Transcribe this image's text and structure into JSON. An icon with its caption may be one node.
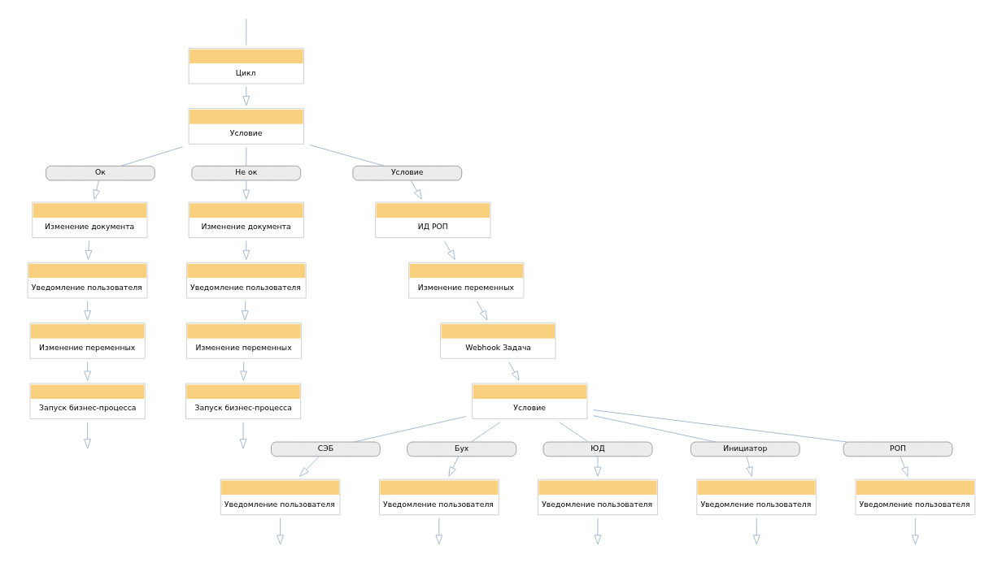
{
  "diagram": {
    "nodes": [
      {
        "text": [
          "Цикл"
        ]
      },
      {
        "text": [
          "Условие"
        ]
      },
      {
        "text": [
          "Ок"
        ]
      },
      {
        "text": [
          "Не ок"
        ]
      },
      {
        "text": [
          "Условие"
        ]
      },
      {
        "text": [
          "Изменение документа"
        ]
      },
      {
        "text": [
          "Уведомление пользователя"
        ]
      },
      {
        "text": [
          "Изменение переменных"
        ]
      },
      {
        "text": [
          "Запуск бизнес-процесса"
        ]
      },
      {
        "text": [
          "Изменение документа"
        ]
      },
      {
        "text": [
          "Уведомление пользователя"
        ]
      },
      {
        "text": [
          "Изменение переменных"
        ]
      },
      {
        "text": [
          "Запуск бизнес-процесса"
        ]
      },
      {
        "text": [
          "ИД РОП"
        ]
      },
      {
        "text": [
          "Изменение переменных"
        ]
      },
      {
        "text": [
          "Webhook Задача"
        ]
      },
      {
        "text": [
          "Условие"
        ]
      },
      {
        "text": [
          "СЭБ"
        ]
      },
      {
        "text": [
          "Бух"
        ]
      },
      {
        "text": [
          "ЮД"
        ]
      },
      {
        "text": [
          "Инициатор"
        ]
      },
      {
        "text": [
          "РОП"
        ]
      },
      {
        "text": [
          "Уведомление пользователя"
        ]
      },
      {
        "text": [
          "Уведомление пользователя"
        ]
      },
      {
        "text": [
          "Уведомление пользователя"
        ]
      },
      {
        "text": [
          "Уведомление пользователя"
        ]
      },
      {
        "text": [
          "Уведомление пользователя"
        ]
      }
    ],
    "edges": [
      {
        "from": null,
        "to": 0,
        "arrow": "none"
      },
      {
        "from": 0,
        "to": 1,
        "arrow": "to"
      },
      {
        "from": 1,
        "to": 2,
        "arrow": "none"
      },
      {
        "from": 1,
        "to": 3,
        "arrow": "none"
      },
      {
        "from": 1,
        "to": 4,
        "arrow": "none"
      },
      {
        "from": 2,
        "to": 5,
        "arrow": "to"
      },
      {
        "from": 5,
        "to": 6,
        "arrow": "to"
      },
      {
        "from": 6,
        "to": 7,
        "arrow": "to"
      },
      {
        "from": 7,
        "to": 8,
        "arrow": "to"
      },
      {
        "from": 8,
        "to": null,
        "arrow": "to"
      },
      {
        "from": 3,
        "to": 9,
        "arrow": "to"
      },
      {
        "from": 9,
        "to": 10,
        "arrow": "to"
      },
      {
        "from": 10,
        "to": 11,
        "arrow": "to"
      },
      {
        "from": 11,
        "to": 12,
        "arrow": "to"
      },
      {
        "from": 12,
        "to": null,
        "arrow": "to"
      },
      {
        "from": 4,
        "to": 13,
        "arrow": "to"
      },
      {
        "from": 13,
        "to": 14,
        "arrow": "to"
      },
      {
        "from": 14,
        "to": 15,
        "arrow": "to"
      },
      {
        "from": 15,
        "to": 16,
        "arrow": "to"
      },
      {
        "from": 16,
        "to": 17,
        "arrow": "none"
      },
      {
        "from": 16,
        "to": 18,
        "arrow": "none"
      },
      {
        "from": 16,
        "to": 19,
        "arrow": "none"
      },
      {
        "from": 16,
        "to": 20,
        "arrow": "none"
      },
      {
        "from": 16,
        "to": 21,
        "arrow": "none"
      },
      {
        "from": 17,
        "to": 22,
        "arrow": "to"
      },
      {
        "from": 18,
        "to": 23,
        "arrow": "to"
      },
      {
        "from": 19,
        "to": 24,
        "arrow": "to"
      },
      {
        "from": 20,
        "to": 25,
        "arrow": "to"
      },
      {
        "from": 21,
        "to": 26,
        "arrow": "to"
      },
      {
        "from": 22,
        "to": null,
        "arrow": "to"
      },
      {
        "from": 23,
        "to": null,
        "arrow": "to"
      },
      {
        "from": 24,
        "to": null,
        "arrow": "to"
      },
      {
        "from": 25,
        "to": null,
        "arrow": "to"
      },
      {
        "from": 26,
        "to": null,
        "arrow": "to"
      }
    ]
  }
}
